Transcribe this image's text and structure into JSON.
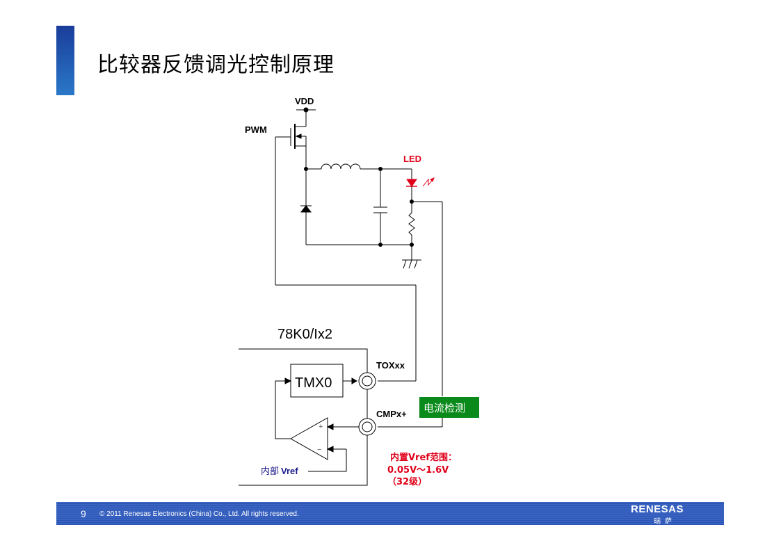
{
  "slide": {
    "title": "比较器反馈调光控制原理",
    "page_number": "9",
    "copyright": "© 2011 Renesas Electronics (China) Co., Ltd. All rights reserved.",
    "logo_text": "RENESAS",
    "logo_subtext": "瑞萨"
  },
  "diagram": {
    "vdd_label": "VDD",
    "pwm_label": "PWM",
    "led_label": "LED",
    "chip_label": "78K0/Ix2",
    "tmx_label": "TMX0",
    "tox_label": "TOXxx",
    "cmp_label": "CMPx+",
    "current_detect_label": "电流检测",
    "internal_vref_label_cn": "内部",
    "internal_vref_label_en": "Vref",
    "vref_range_line1": "内置Vref范围：",
    "vref_range_line2": "0.05V～1.6V",
    "vref_range_line3": "（32级）",
    "comparator_plus": "+",
    "comparator_minus": "−",
    "colors": {
      "led_red": "#e0001a",
      "current_detect_bg": "#0a8a1a",
      "vref_blue": "#1a1a8a",
      "accent_blue": "#2a52b4"
    }
  }
}
